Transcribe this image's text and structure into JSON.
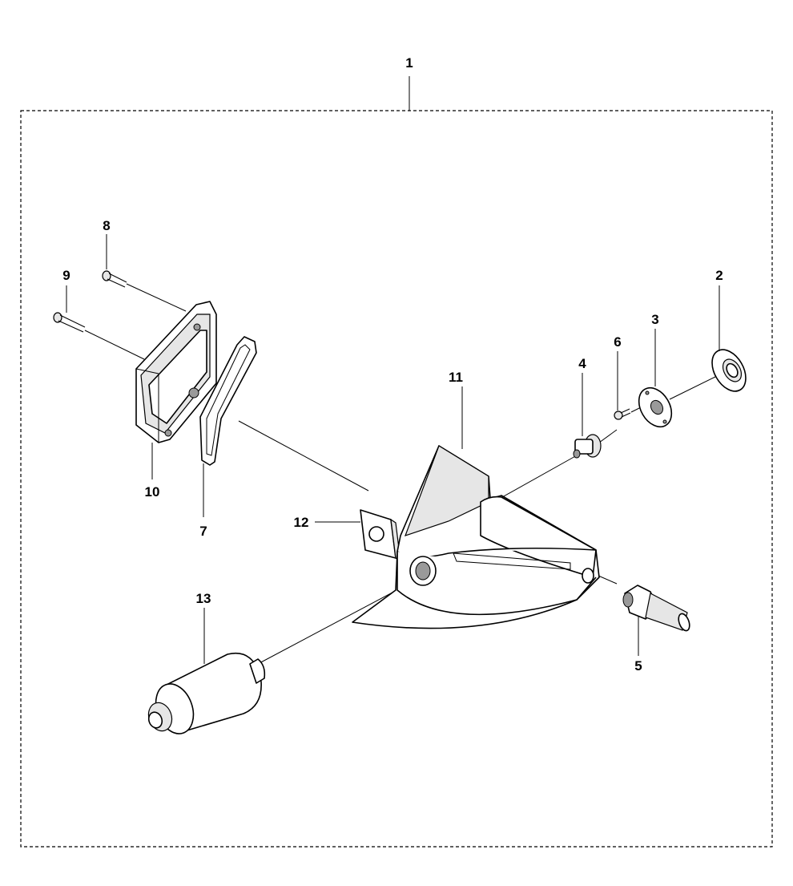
{
  "callouts": {
    "c1": "1",
    "c2": "2",
    "c3": "3",
    "c4": "4",
    "c5": "5",
    "c6": "6",
    "c7": "7",
    "c8": "8",
    "c9": "9",
    "c10": "10",
    "c11": "11",
    "c12": "12",
    "c13": "13"
  },
  "colors": {
    "line": "#000000",
    "background": "#ffffff",
    "shade": "#e6e6e6"
  }
}
